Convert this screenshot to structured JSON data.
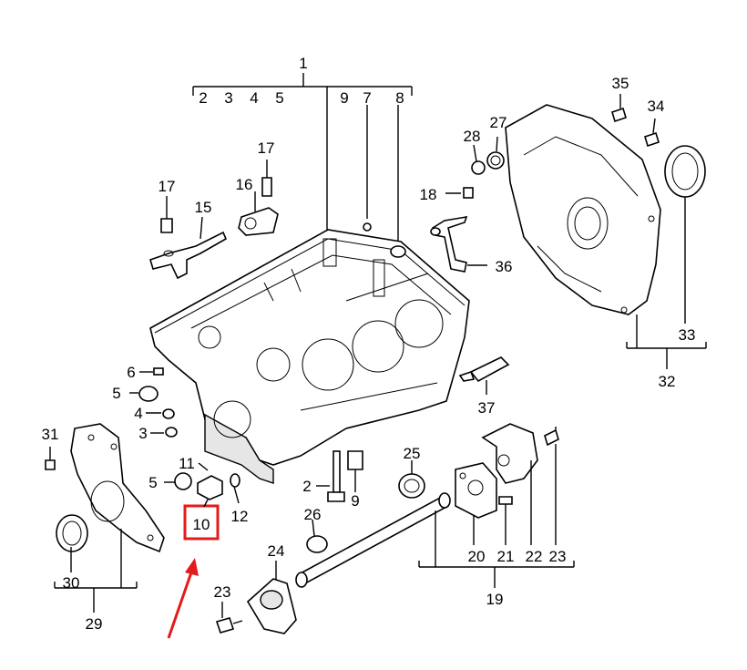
{
  "diagram": {
    "labels": {
      "n1": "1",
      "n2": "2",
      "n3": "3",
      "n4": "4",
      "n5": "5",
      "n2b": "2",
      "n3b": "3",
      "n4b": "4",
      "n5b": "5",
      "n6": "6",
      "n7": "7",
      "n8": "8",
      "n9": "9",
      "n9b": "9",
      "n10": "10",
      "n11": "11",
      "n12": "12",
      "n15": "15",
      "n16": "16",
      "n17a": "17",
      "n17b": "17",
      "n18": "18",
      "n19": "19",
      "n20": "20",
      "n21": "21",
      "n22": "22",
      "n23a": "23",
      "n23b": "23",
      "n24": "24",
      "n25": "25",
      "n26": "26",
      "n27": "27",
      "n28": "28",
      "n29": "29",
      "n30": "30",
      "n31": "31",
      "n32": "32",
      "n33": "33",
      "n34": "34",
      "n35": "35",
      "n36": "36",
      "n37": "37"
    },
    "highlight_color": "#e31b1b",
    "arrow_color": "#e31b1b"
  }
}
